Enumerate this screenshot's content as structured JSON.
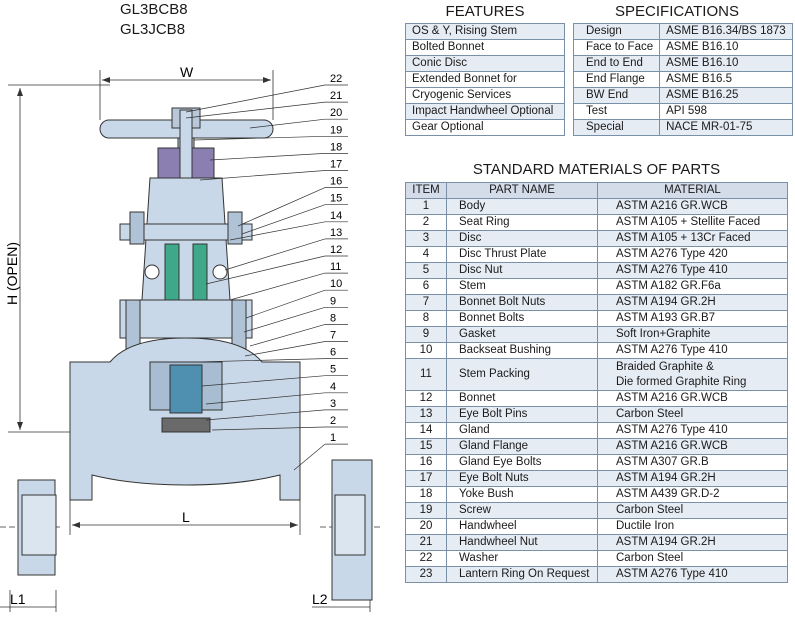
{
  "models": [
    "GL3BCB8",
    "GL3JCB8"
  ],
  "dimensions": {
    "w": "W",
    "h": "H (OPEN)",
    "l": "L",
    "l1": "L1",
    "l2": "L2"
  },
  "callouts": [
    "22",
    "21",
    "20",
    "19",
    "18",
    "17",
    "16",
    "15",
    "14",
    "13",
    "12",
    "11",
    "10",
    "9",
    "8",
    "7",
    "6",
    "5",
    "4",
    "3",
    "2",
    "1"
  ],
  "features": {
    "title": "FEATURES",
    "items": [
      "OS & Y, Rising Stem",
      "Bolted Bonnet",
      "Conic Disc",
      "Extended Bonnet for",
      "Cryogenic Services",
      "Impact Handwheel Optional",
      "Gear Optional"
    ]
  },
  "specifications": {
    "title": "SPECIFICATIONS",
    "rows": [
      {
        "key": "Design",
        "value": "ASME B16.34/BS 1873"
      },
      {
        "key": "Face to Face",
        "value": "ASME B16.10"
      },
      {
        "key": "End to End",
        "value": "ASME B16.10"
      },
      {
        "key": "End Flange",
        "value": "ASME B16.5"
      },
      {
        "key": "BW End",
        "value": "ASME B16.25"
      },
      {
        "key": "Test",
        "value": "API 598"
      },
      {
        "key": "Special",
        "value": "NACE MR-01-75"
      }
    ]
  },
  "materials": {
    "title": "STANDARD MATERIALS OF PARTS",
    "headers": {
      "item": "ITEM",
      "part": "PART NAME",
      "material": "MATERIAL"
    },
    "rows": [
      {
        "item": "1",
        "part": "Body",
        "material": "ASTM A216 GR.WCB"
      },
      {
        "item": "2",
        "part": "Seat Ring",
        "material": "ASTM A105 + Stellite Faced"
      },
      {
        "item": "3",
        "part": "Disc",
        "material": "ASTM A105 + 13Cr Faced"
      },
      {
        "item": "4",
        "part": "Disc Thrust Plate",
        "material": "ASTM A276 Type 420"
      },
      {
        "item": "5",
        "part": "Disc Nut",
        "material": "ASTM A276 Type 410"
      },
      {
        "item": "6",
        "part": "Stem",
        "material": "ASTM A182  GR.F6a"
      },
      {
        "item": "7",
        "part": "Bonnet Bolt Nuts",
        "material": "ASTM A194 GR.2H"
      },
      {
        "item": "8",
        "part": "Bonnet  Bolts",
        "material": "ASTM A193 GR.B7"
      },
      {
        "item": "9",
        "part": "Gasket",
        "material": "Soft Iron+Graphite"
      },
      {
        "item": "10",
        "part": "Backseat Bushing",
        "material": "ASTM A276 Type 410"
      },
      {
        "item": "11",
        "part": "Stem Packing",
        "material": "Braided Graphite &",
        "material2": "Die formed Graphite Ring"
      },
      {
        "item": "12",
        "part": "Bonnet",
        "material": "ASTM A216 GR.WCB"
      },
      {
        "item": "13",
        "part": "Eye Bolt Pins",
        "material": "Carbon Steel"
      },
      {
        "item": "14",
        "part": "Gland",
        "material": "ASTM A276 Type 410"
      },
      {
        "item": "15",
        "part": "Gland Flange",
        "material": "ASTM A216 GR.WCB"
      },
      {
        "item": "16",
        "part": "Gland Eye Bolts",
        "material": "ASTM A307 GR.B"
      },
      {
        "item": "17",
        "part": "Eye Bolt Nuts",
        "material": "ASTM A194 GR.2H"
      },
      {
        "item": "18",
        "part": "Yoke Bush",
        "material": "ASTM A439 GR.D-2"
      },
      {
        "item": "19",
        "part": "Screw",
        "material": "Carbon Steel"
      },
      {
        "item": "20",
        "part": "Handwheel",
        "material": "Ductile Iron"
      },
      {
        "item": "21",
        "part": "Handwheel Nut",
        "material": "ASTM A194 GR.2H"
      },
      {
        "item": "22",
        "part": "Washer",
        "material": "Carbon Steel"
      },
      {
        "item": "23",
        "part": "Lantern Ring On Request",
        "material": "ASTM A276 Type 410"
      }
    ]
  },
  "colors": {
    "steel": "#c9d8e8",
    "steel_dark": "#8aa0b8",
    "green": "#3fa88a",
    "purple": "#8a7fb0",
    "line": "#333333",
    "table_border": "#7a8fa8",
    "row_shade": "#e6ecf4",
    "header_shade": "#d4dcea"
  }
}
